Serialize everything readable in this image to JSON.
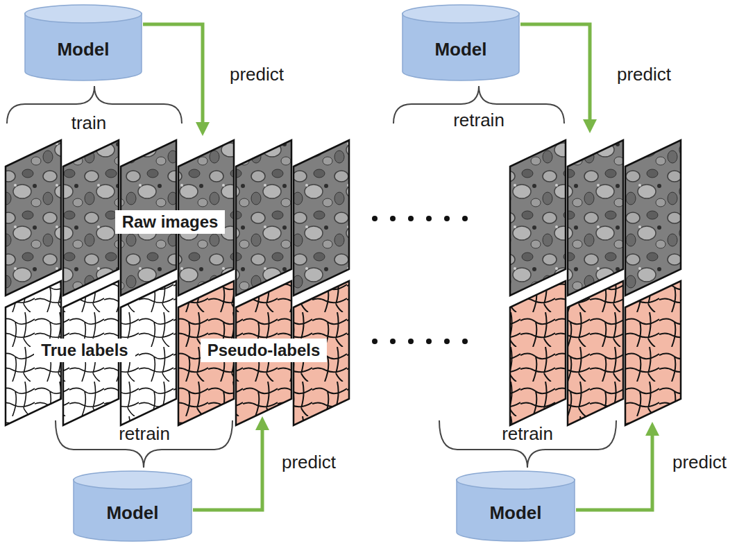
{
  "diagram": {
    "nodes": [
      {
        "text": [
          "Model"
        ]
      },
      {
        "text": [
          "Model"
        ]
      },
      {
        "text": [
          "Model"
        ]
      },
      {
        "text": [
          "Model"
        ]
      }
    ],
    "labels": [
      "predict",
      "train",
      "predict",
      "retrain",
      "Raw images",
      "True labels",
      "Pseudo-labels",
      "retrain",
      "predict",
      "retrain",
      "predict"
    ]
  }
}
